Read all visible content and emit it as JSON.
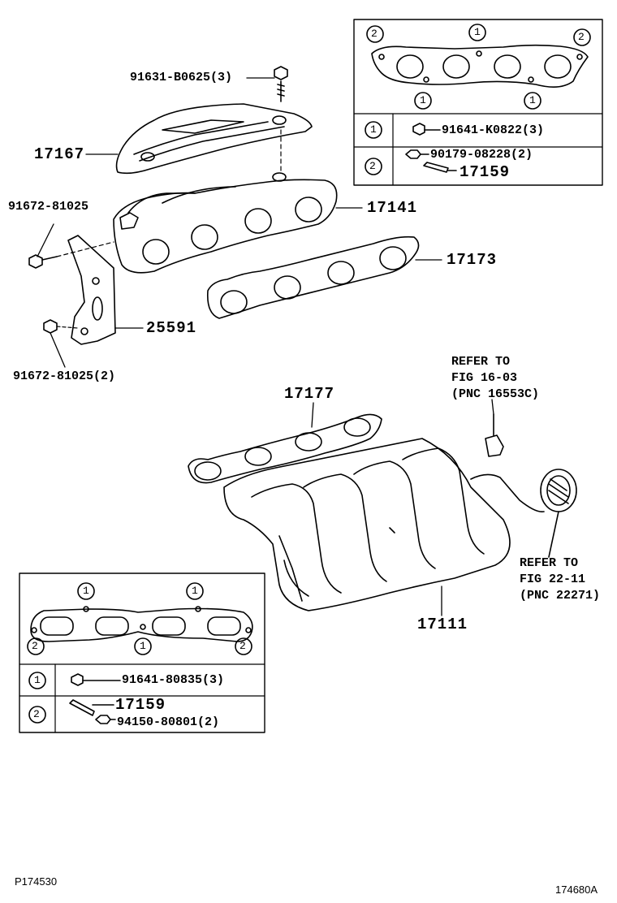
{
  "parts": {
    "bolt_top": "91631-B0625(3)",
    "heat_insulator": "17167",
    "bolt_left": "91672-81025",
    "exhaust_manifold": "17141",
    "exhaust_gasket": "17173",
    "bracket": "25591",
    "bolt_left_lower": "91672-81025(2)",
    "intake_gasket": "17177",
    "intake_manifold": "17111"
  },
  "refer_a": {
    "line1": "REFER TO",
    "line2": "FIG 16-03",
    "line3": "(PNC 16553C)"
  },
  "refer_b": {
    "line1": "REFER TO",
    "line2": "FIG 22-11",
    "line3": "(PNC 22271)"
  },
  "box_top": {
    "marker1": "1",
    "marker2": "2",
    "row1_part": "91641-K0822(3)",
    "row2_part_a": "90179-08228(2)",
    "row2_part_b": "17159"
  },
  "box_bottom": {
    "marker1": "1",
    "marker2": "2",
    "row1_part": "91641-80835(3)",
    "row2_part_a": "17159",
    "row2_part_b": "94150-80801(2)"
  },
  "footer": {
    "left_code": "P174530",
    "right_code": "174680A"
  }
}
